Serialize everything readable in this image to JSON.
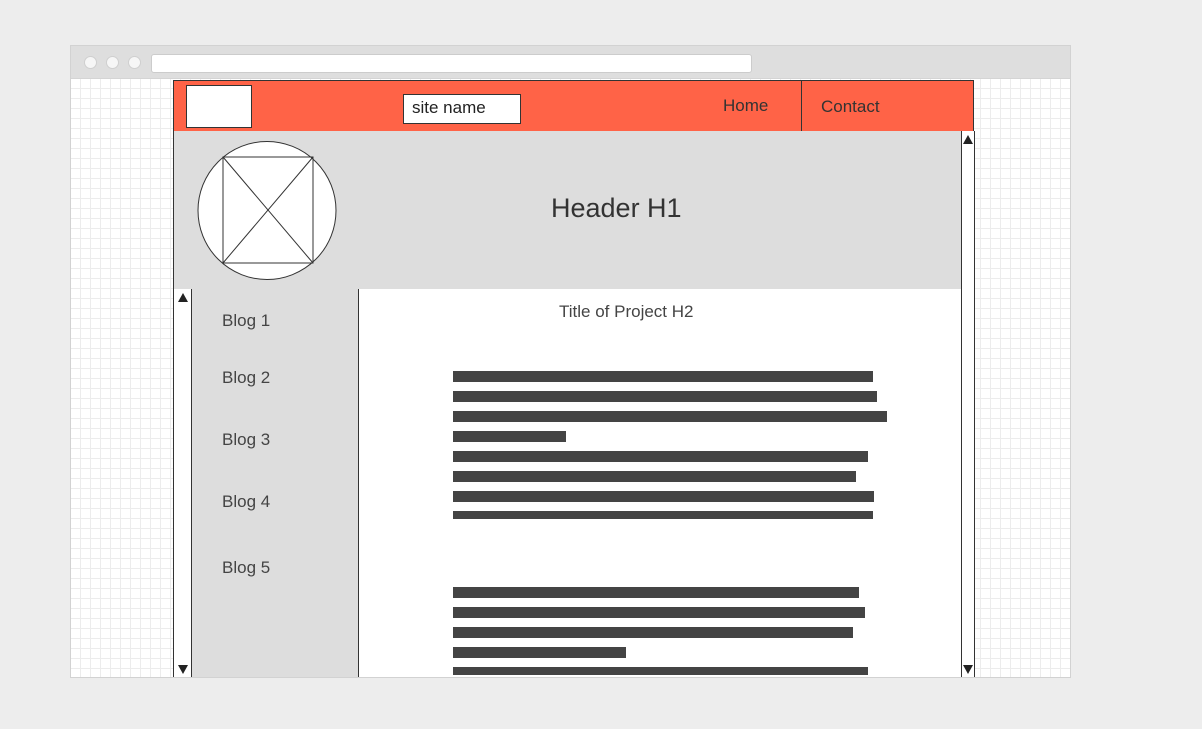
{
  "header": {
    "site_name": "site name",
    "nav": {
      "home": "Home",
      "contact": "Contact"
    }
  },
  "hero": {
    "title": "Header H1"
  },
  "sidebar": {
    "items": [
      {
        "label": "Blog 1"
      },
      {
        "label": "Blog 2"
      },
      {
        "label": "Blog 3"
      },
      {
        "label": "Blog 4"
      },
      {
        "label": "Blog 5"
      }
    ]
  },
  "content": {
    "title": "Title of Project H2"
  },
  "colors": {
    "nav_background": "#ff6347",
    "panel_gray": "#dddddd",
    "text_bar": "#444444"
  }
}
